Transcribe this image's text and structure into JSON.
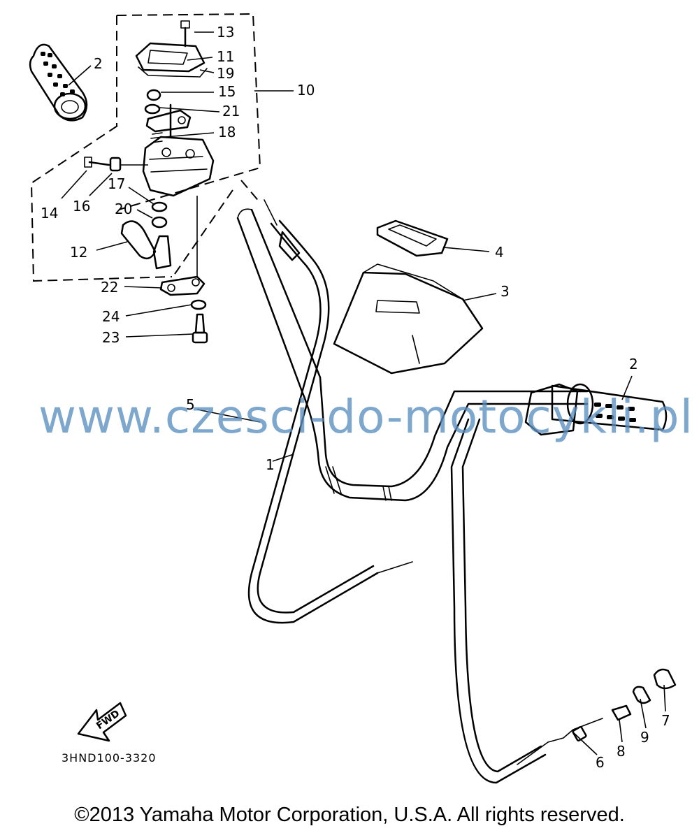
{
  "diagram": {
    "part_code": "3HND100-3320",
    "fwd_label": "FWD",
    "callouts": [
      {
        "key": "c13",
        "text": "13"
      },
      {
        "key": "c11",
        "text": "11"
      },
      {
        "key": "c19",
        "text": "19"
      },
      {
        "key": "c15",
        "text": "15"
      },
      {
        "key": "c10",
        "text": "10"
      },
      {
        "key": "c21",
        "text": "21"
      },
      {
        "key": "c18",
        "text": "18"
      },
      {
        "key": "c2a",
        "text": "2"
      },
      {
        "key": "c14",
        "text": "14"
      },
      {
        "key": "c16",
        "text": "16"
      },
      {
        "key": "c17",
        "text": "17"
      },
      {
        "key": "c20",
        "text": "20"
      },
      {
        "key": "c12",
        "text": "12"
      },
      {
        "key": "c22",
        "text": "22"
      },
      {
        "key": "c24",
        "text": "24"
      },
      {
        "key": "c23",
        "text": "23"
      },
      {
        "key": "c4",
        "text": "4"
      },
      {
        "key": "c3",
        "text": "3"
      },
      {
        "key": "c2b",
        "text": "2"
      },
      {
        "key": "c5",
        "text": "5"
      },
      {
        "key": "c1",
        "text": "1"
      },
      {
        "key": "c6",
        "text": "6"
      },
      {
        "key": "c8",
        "text": "8"
      },
      {
        "key": "c9",
        "text": "9"
      },
      {
        "key": "c7",
        "text": "7"
      }
    ]
  },
  "watermark": "www.czesci-do-motocykli.pl",
  "copyright": "©2013 Yamaha Motor Corporation, U.S.A. All rights reserved."
}
